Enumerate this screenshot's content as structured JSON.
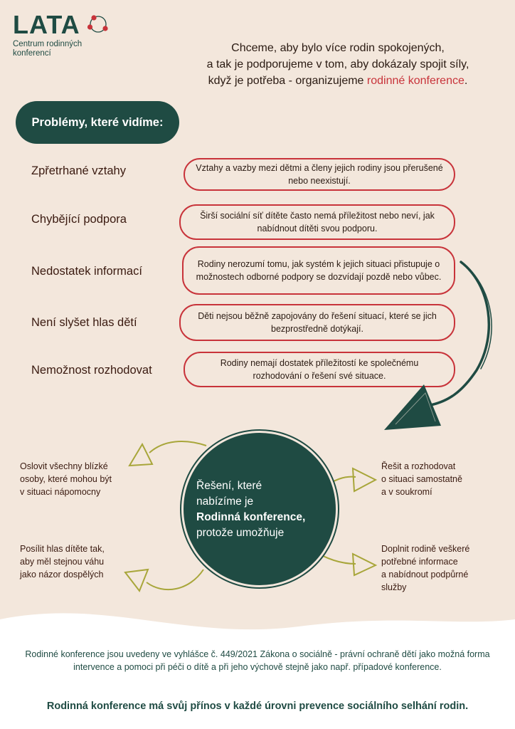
{
  "logo": {
    "name": "LATA",
    "subtitle_line1": "Centrum rodinných",
    "subtitle_line2": "konferencí"
  },
  "intro": {
    "line1": "Chceme, aby bylo více rodin spokojených,",
    "line2": "a tak je podporujeme v tom, aby dokázaly spojit síly,",
    "line3_prefix": "když je potřeba - organizujeme ",
    "line3_highlight": "rodinné konference",
    "line3_suffix": "."
  },
  "problems": {
    "heading": "Problémy, které vidíme:",
    "items": [
      {
        "label": "Zpřetrhané vztahy",
        "text": "Vztahy a vazby mezi dětmi a členy jejich rodiny jsou přerušené nebo neexistují."
      },
      {
        "label": "Chybějící podpora",
        "text": "Širší sociální síť dítěte často nemá příležitost nebo neví, jak nabídnout dítěti svou podporu."
      },
      {
        "label": "Nedostatek informací",
        "text": "Rodiny nerozumí tomu, jak systém k jejich situaci přistupuje o možnostech odborné podpory se dozvídají pozdě nebo vůbec."
      },
      {
        "label": "Není slyšet hlas dětí",
        "text": "Děti nejsou běžně zapojovány do řešení situací, které se jich bezprostředně dotýkají."
      },
      {
        "label": "Nemožnost rozhodovat",
        "text": "Rodiny nemají dostatek příležitostí ke společnému rozhodování o řešení své situace."
      }
    ]
  },
  "solution": {
    "line1": "Řešení, které",
    "line2": "nabízíme je",
    "line3": "Rodinná konference,",
    "line4": "protože umožňuje",
    "left_top": [
      "Oslovit všechny blízké",
      "osoby, které mohou být",
      " v situaci nápomocny"
    ],
    "left_bottom": [
      "Posílit hlas dítěte tak,",
      "aby měl stejnou váhu",
      "jako názor dospělých"
    ],
    "right_top": [
      "Řešit a rozhodovat",
      "o situaci samostatně",
      "a v soukromí"
    ],
    "right_bottom": [
      "Doplnit rodině veškeré",
      "potřebné informace",
      "a nabídnout podpůrné",
      "služby"
    ]
  },
  "footer": {
    "text": "Rodinné konference jsou uvedeny ve vyhlášce č. 449/2021 Zákona o sociálně - právní ochraně dětí jako možná forma intervence a pomoci při péči o dítě a při jeho výchově stejně jako např. případové konference.",
    "bold": "Rodinná konference má svůj přínos v každé úrovni prevence sociálního selhání rodin."
  },
  "colors": {
    "green": "#1f4b43",
    "red": "#c8333a",
    "olive": "#a8a63a",
    "cream": "#f3e7dc"
  }
}
